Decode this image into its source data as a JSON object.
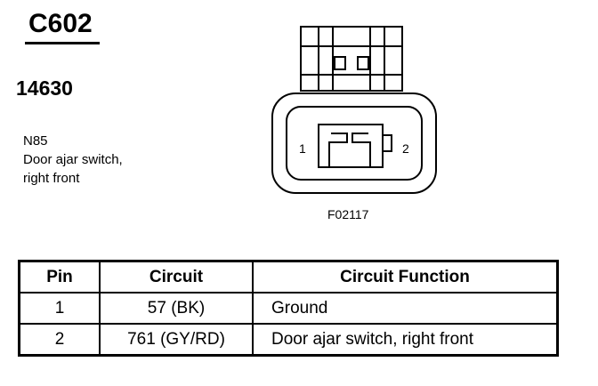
{
  "connector": {
    "id": "C602",
    "part_number": "14630",
    "component_code": "N85",
    "component_name_line1": "Door ajar switch,",
    "component_name_line2": "right front",
    "figure_id": "F02117",
    "pin_labels": [
      "1",
      "2"
    ]
  },
  "table": {
    "headers": [
      "Pin",
      "Circuit",
      "Circuit Function"
    ],
    "rows": [
      {
        "pin": "1",
        "circuit": "57 (BK)",
        "function": "Ground"
      },
      {
        "pin": "2",
        "circuit": "761 (GY/RD)",
        "function": "Door ajar switch, right front"
      }
    ]
  }
}
